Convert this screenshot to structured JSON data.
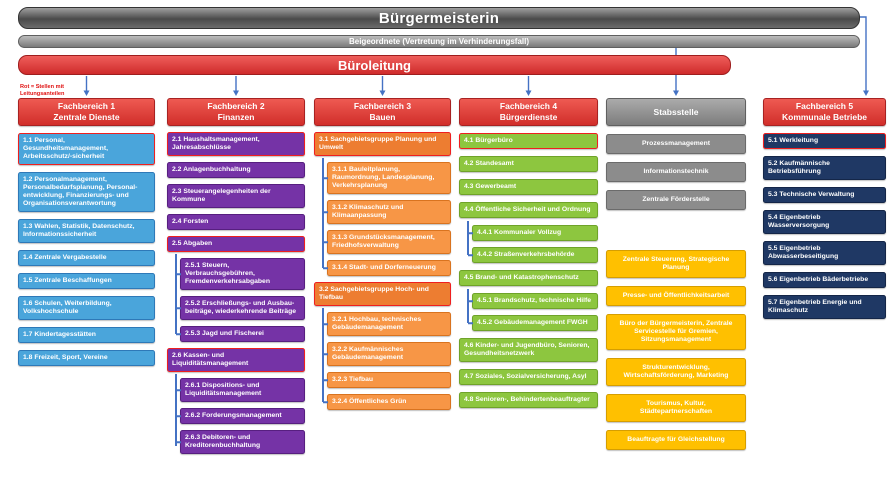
{
  "bars": {
    "mayor": "Bürgermeisterin",
    "deputy": "Beigeordnete (Vertretung im Verhinderungsfall)",
    "office_lead": "Büroleitung"
  },
  "legend": "Rot = Stellen mit\nLeitungsanteilen",
  "colors": {
    "leadership_red_border": "#ef1f1f",
    "header_red": "#d12e2a",
    "fb1_blue": "#4aa5db",
    "fb2_purple": "#7533a6",
    "fb3_orange": "#ed7d31",
    "fb3_orange_light": "#f79646",
    "fb4_green": "#8dc63f",
    "stab_gray": "#8c8c8c",
    "stab_yellow": "#ffc000",
    "fb5_navy": "#1f3864",
    "connector_blue": "#4472c4"
  },
  "columns": [
    {
      "header": "Fachbereich 1\nZentrale Dienste",
      "items": [
        {
          "label": "1.1 Personal, Gesundheitsmanagement, Arbeitsschutz/-sicherheit",
          "leadership": true
        },
        {
          "label": "1.2 Personalmanagement, Personalbedarfsplanung, Personal-entwicklung, Finanzierungs- und Organisationsverantwortung"
        },
        {
          "label": "1.3 Wahlen, Statistik, Datenschutz, Informationssicherheit"
        },
        {
          "label": "1.4 Zentrale Vergabestelle"
        },
        {
          "label": "1.5 Zentrale Beschaffungen"
        },
        {
          "label": "1.6 Schulen, Weiterbildung, Volkshochschule"
        },
        {
          "label": "1.7 Kindertagesstätten"
        },
        {
          "label": "1.8 Freizeit, Sport, Vereine"
        }
      ]
    },
    {
      "header": "Fachbereich 2\nFinanzen",
      "items": [
        {
          "label": "2.1 Haushaltsmanagement, Jahresabschlüsse",
          "leadership": true
        },
        {
          "label": "2.2 Anlagenbuchhaltung"
        },
        {
          "label": "2.3 Steuerangelegenheiten der Kommune"
        },
        {
          "label": "2.4 Forsten"
        },
        {
          "label": "2.5 Abgaben",
          "leadership": true,
          "children": [
            {
              "label": "2.5.1 Steuern, Verbrauchsgebühren, Fremdenverkehrsabgaben"
            },
            {
              "label": "2.5.2 Erschließungs- und Ausbau-beiträge, wiederkehrende Beiträge"
            },
            {
              "label": "2.5.3 Jagd und Fischerei"
            }
          ]
        },
        {
          "label": "2.6 Kassen- und Liquiditätsmanagement",
          "leadership": true,
          "children": [
            {
              "label": "2.6.1 Dispositions- und Liquiditätsmanagement"
            },
            {
              "label": "2.6.2 Forderungsmanagement"
            },
            {
              "label": "2.6.3 Debitoren- und Kreditorenbuchhaltung"
            }
          ]
        }
      ]
    },
    {
      "header": "Fachbereich 3\nBauen",
      "items": [
        {
          "label": "3.1 Sachgebietsgruppe Planung und Umwelt",
          "leadership": true,
          "children": [
            {
              "label": "3.1.1 Bauleitplanung, Raumordnung, Landesplanung, Verkehrsplanung"
            },
            {
              "label": "3.1.2 Klimaschutz und Klimaanpassung"
            },
            {
              "label": "3.1.3 Grundstücksmanagement, Friedhofsverwaltung"
            },
            {
              "label": "3.1.4 Stadt- und Dorferneuerung"
            }
          ]
        },
        {
          "label": "3.2 Sachgebietsgruppe Hoch- und Tiefbau",
          "leadership": true,
          "children": [
            {
              "label": "3.2.1 Hochbau, technisches Gebäudemanagement"
            },
            {
              "label": "3.2.2 Kaufmännisches Gebäudemanagement"
            },
            {
              "label": "3.2.3 Tiefbau"
            },
            {
              "label": "3.2.4 Öffentliches Grün"
            }
          ]
        }
      ]
    },
    {
      "header": "Fachbereich 4\nBürgerdienste",
      "items": [
        {
          "label": "4.1 Bürgerbüro",
          "leadership": true
        },
        {
          "label": "4.2 Standesamt"
        },
        {
          "label": "4.3 Gewerbeamt"
        },
        {
          "label": "4.4 Öffentliche Sicherheit und Ordnung",
          "children": [
            {
              "label": "4.4.1 Kommunaler Vollzug"
            },
            {
              "label": "4.4.2 Straßenverkehrsbehörde"
            }
          ]
        },
        {
          "label": "4.5 Brand- und Katastrophenschutz",
          "children": [
            {
              "label": "4.5.1 Brandschutz, technische Hilfe"
            },
            {
              "label": "4.5.2 Gebäudemanagement FWGH"
            }
          ]
        },
        {
          "label": "4.6 Kinder- und Jugendbüro, Senioren, Gesundheitsnetzwerk"
        },
        {
          "label": "4.7 Soziales, Sozialversicherung, Asyl"
        },
        {
          "label": "4.8 Senioren-, Behindertenbeauftragter"
        }
      ]
    },
    {
      "header": "Stabsstelle",
      "gray_items": [
        "Prozessmanagement",
        "Informationstechnik",
        "Zentrale Förderstelle"
      ],
      "yellow_items": [
        "Zentrale Steuerung, Strategische Planung",
        "Presse- und Öffentlichkeitsarbeit",
        "Büro der Bürgermeisterin, Zentrale Servicestelle für Gremien, Sitzungsmanagement",
        "Strukturentwicklung, Wirtschaftsförderung, Marketing",
        "Tourismus, Kultur, Städtepartnerschaften",
        "Beauftragte für Gleichstellung"
      ]
    },
    {
      "header": "Fachbereich 5\nKommunale Betriebe",
      "items": [
        {
          "label": "5.1 Werkleitung",
          "leadership": true
        },
        {
          "label": "5.2 Kaufmännische Betriebsführung"
        },
        {
          "label": "5.3 Technische Verwaltung"
        },
        {
          "label": "5.4 Eigenbetrieb Wasserversorgung"
        },
        {
          "label": "5.5 Eigenbetrieb Abwasserbeseitigung"
        },
        {
          "label": "5.6 Eigenbetrieb Bäderbetriebe"
        },
        {
          "label": "5.7 Eigenbetrieb Energie und Klimaschutz"
        }
      ]
    }
  ]
}
